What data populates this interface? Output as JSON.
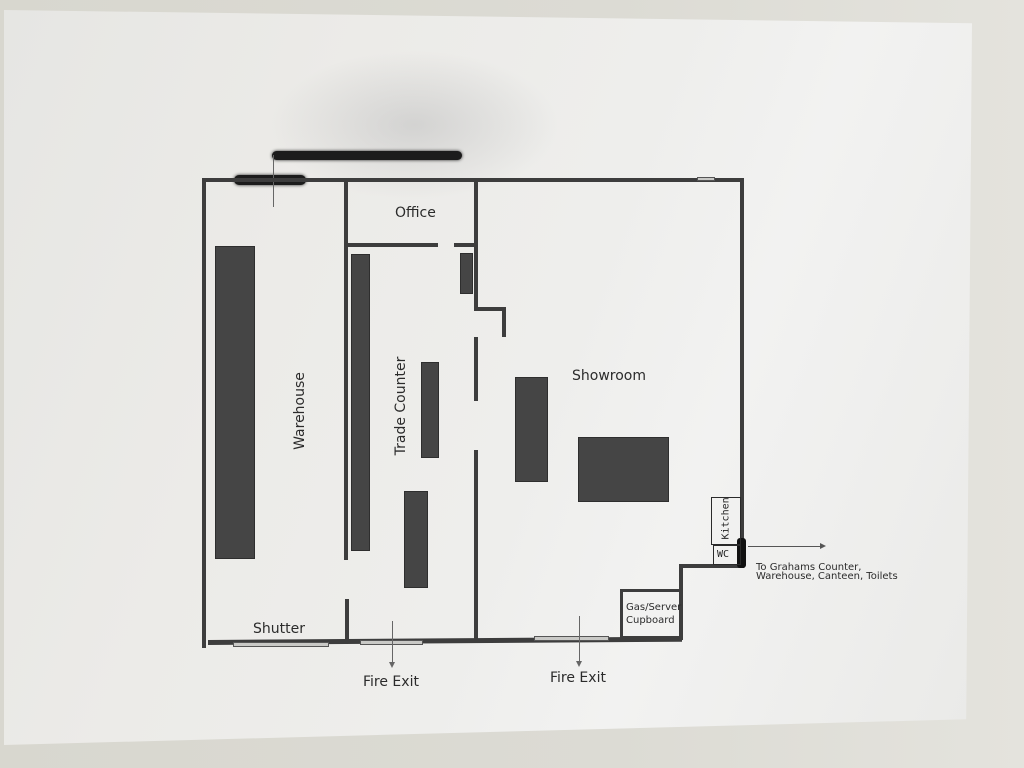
{
  "plan": {
    "rooms": {
      "office": "Office",
      "warehouse": "Warehouse",
      "trade_counter": "Trade Counter",
      "showroom": "Showroom",
      "kitchen": "Kitchen",
      "wc": "WC",
      "gas_server": "Gas/Server Cupboard"
    },
    "gas_server_line1": "Gas/Server",
    "gas_server_line2": "Cupboard",
    "exits": {
      "shutter": "Shutter",
      "fire_exit_1": "Fire Exit",
      "fire_exit_2": "Fire Exit"
    },
    "direction_note": {
      "line1": "To Grahams Counter,",
      "line2": "Warehouse, Canteen, Toilets"
    },
    "colors": {
      "wall": "#3d3d3d",
      "furniture": "#454545",
      "paper": "#ececea",
      "door_gap": "#c9c9c6"
    }
  }
}
